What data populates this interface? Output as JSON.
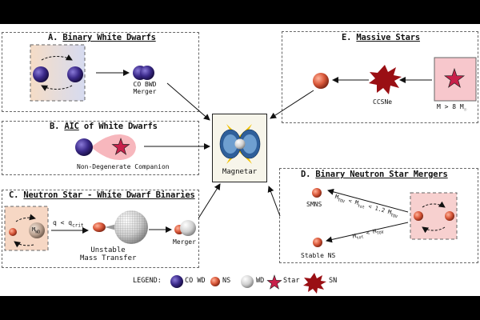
{
  "colors": {
    "co_wd": "#3b2a8a",
    "ns": "#d9583a",
    "wd": "#cfcfcf",
    "star": "#c8204a",
    "sn": "#9a0f14",
    "peach_box": "#f6d7c4",
    "pink_box": "#f7c7cc",
    "blue_box": "#d7dcf0"
  },
  "panels": {
    "a": {
      "prefix": "A.",
      "title": "Binary White Dwarfs",
      "merger_label_1": "CO BWD",
      "merger_label_2": "Merger"
    },
    "b": {
      "prefix": "B.",
      "title_u": "AIC",
      "title_rest": " of White Dwarfs",
      "companion_label": "Non-Degenerate Companion"
    },
    "c": {
      "prefix": "C.",
      "title": "Neutron Star - White Dwarf Binaries",
      "condition_lhs": "q < q",
      "condition_sub": "crit",
      "mass_transfer_1": "Unstable",
      "mass_transfer_2": "Mass Transfer",
      "merger_label": "Merger",
      "wd_mass_label": "M",
      "wd_mass_sub": "WD"
    },
    "d": {
      "prefix": "D.",
      "title": "Binary Neutron Star Mergers",
      "smns_label": "SMNS",
      "stable_label": "Stable NS",
      "cond_top": "M",
      "cond_top_sub1": "TOV",
      "cond_top_mid": " < M",
      "cond_top_sub2": "tot",
      "cond_top_end": " < 1.2 M",
      "cond_top_sub3": "TOV",
      "cond_bot": "M",
      "cond_bot_sub1": "tot",
      "cond_bot_mid": " < M",
      "cond_bot_sub2": "TOV"
    },
    "e": {
      "prefix": "E.",
      "title": "Massive Stars",
      "sn_label": "CCSNe",
      "mass_label": "M > 8 M",
      "mass_sub": "☉"
    }
  },
  "center": {
    "label": "Magnetar"
  },
  "legend": {
    "title": "LEGEND:",
    "items": [
      {
        "label": "CO WD",
        "icon": "co-wd-sphere-icon"
      },
      {
        "label": "NS",
        "icon": "ns-sphere-icon"
      },
      {
        "label": "WD",
        "icon": "wd-sphere-icon"
      },
      {
        "label": "Star",
        "icon": "star-icon"
      },
      {
        "label": "SN",
        "icon": "supernova-icon"
      }
    ]
  }
}
